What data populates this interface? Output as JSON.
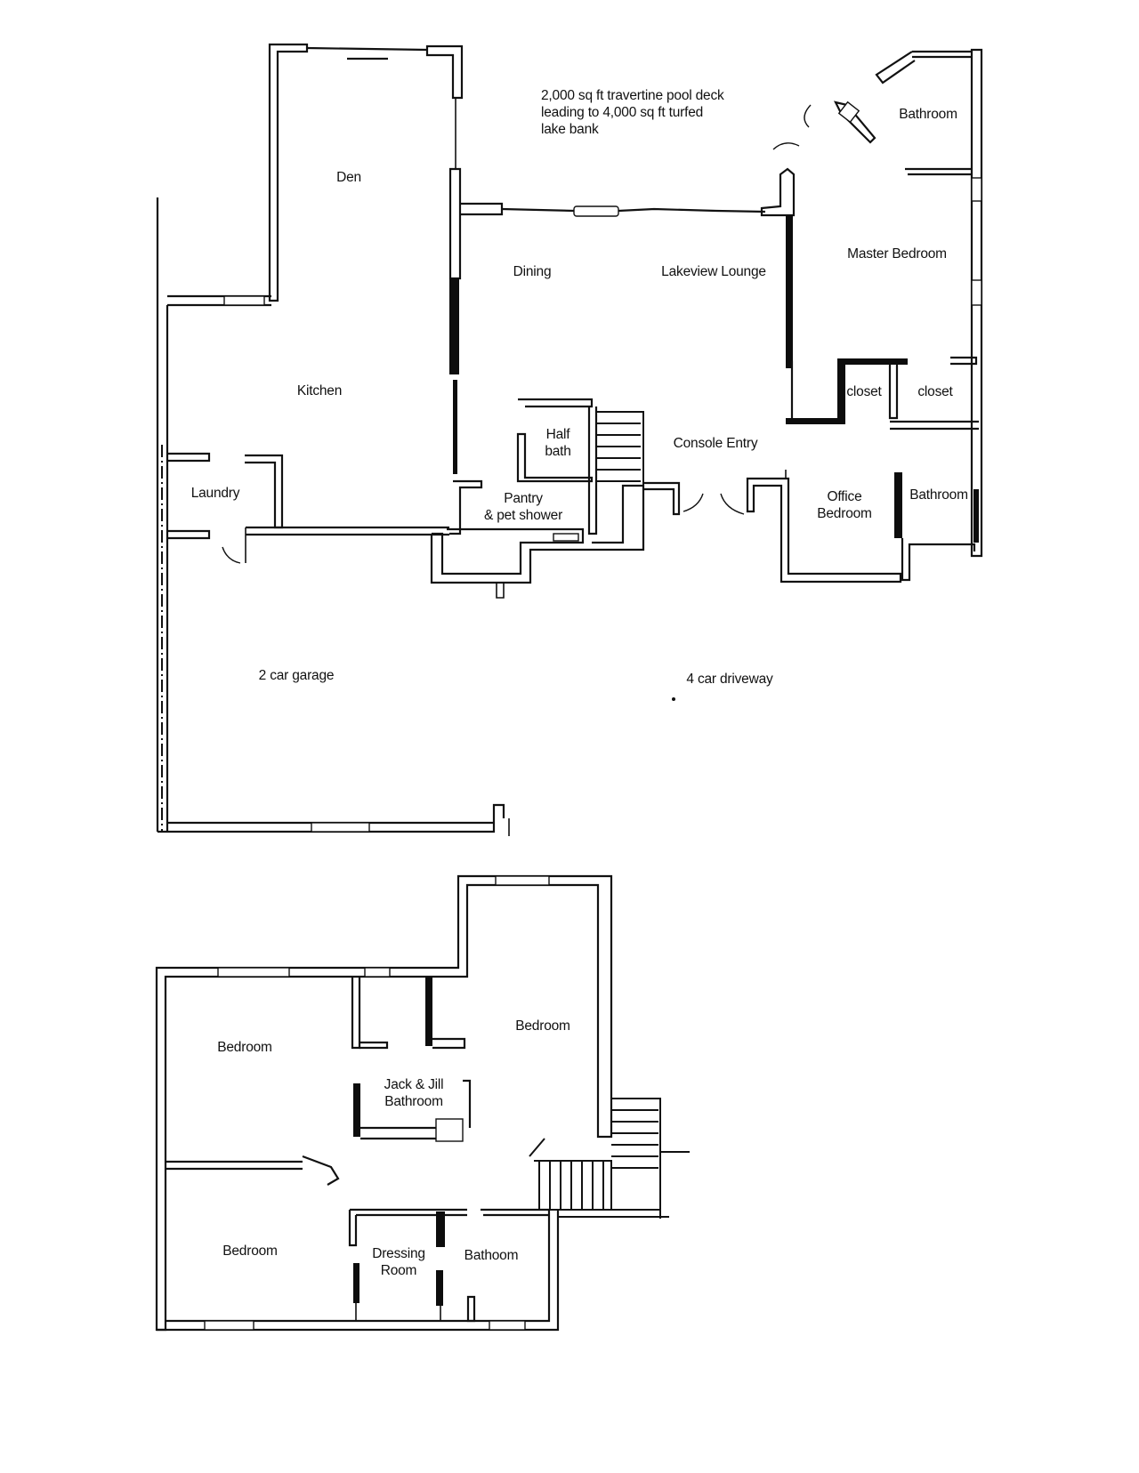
{
  "floor_plan": {
    "upper_level": {
      "note_lines": [
        "2,000 sq ft travertine pool deck",
        "leading to 4,000 sq ft turfed",
        "lake bank"
      ],
      "rooms": {
        "den": "Den",
        "dining": "Dining",
        "lakeview_lounge": "Lakeview Lounge",
        "master_bedroom": "Master Bedroom",
        "master_bathroom": "Bathroom",
        "kitchen": "Kitchen",
        "closet_left": "closet",
        "closet_right": "closet",
        "half_bath_line1": "Half",
        "half_bath_line2": "bath",
        "console_entry": "Console Entry",
        "laundry": "Laundry",
        "pantry_line1": "Pantry",
        "pantry_line2": "& pet shower",
        "office_line1": "Office",
        "office_line2": "Bedroom",
        "office_bathroom": "Bathroom",
        "garage": "2 car garage",
        "driveway": "4 car driveway"
      }
    },
    "lower_level": {
      "rooms": {
        "bedroom_nw": "Bedroom",
        "bedroom_ne": "Bedroom",
        "jack_jill_line1": "Jack & Jill",
        "jack_jill_line2": "Bathroom",
        "bedroom_sw": "Bedroom",
        "dressing_line1": "Dressing",
        "dressing_line2": "Room",
        "bathroom": "Bathoom"
      }
    },
    "colors": {
      "line": "#111111",
      "background": "#ffffff"
    }
  }
}
